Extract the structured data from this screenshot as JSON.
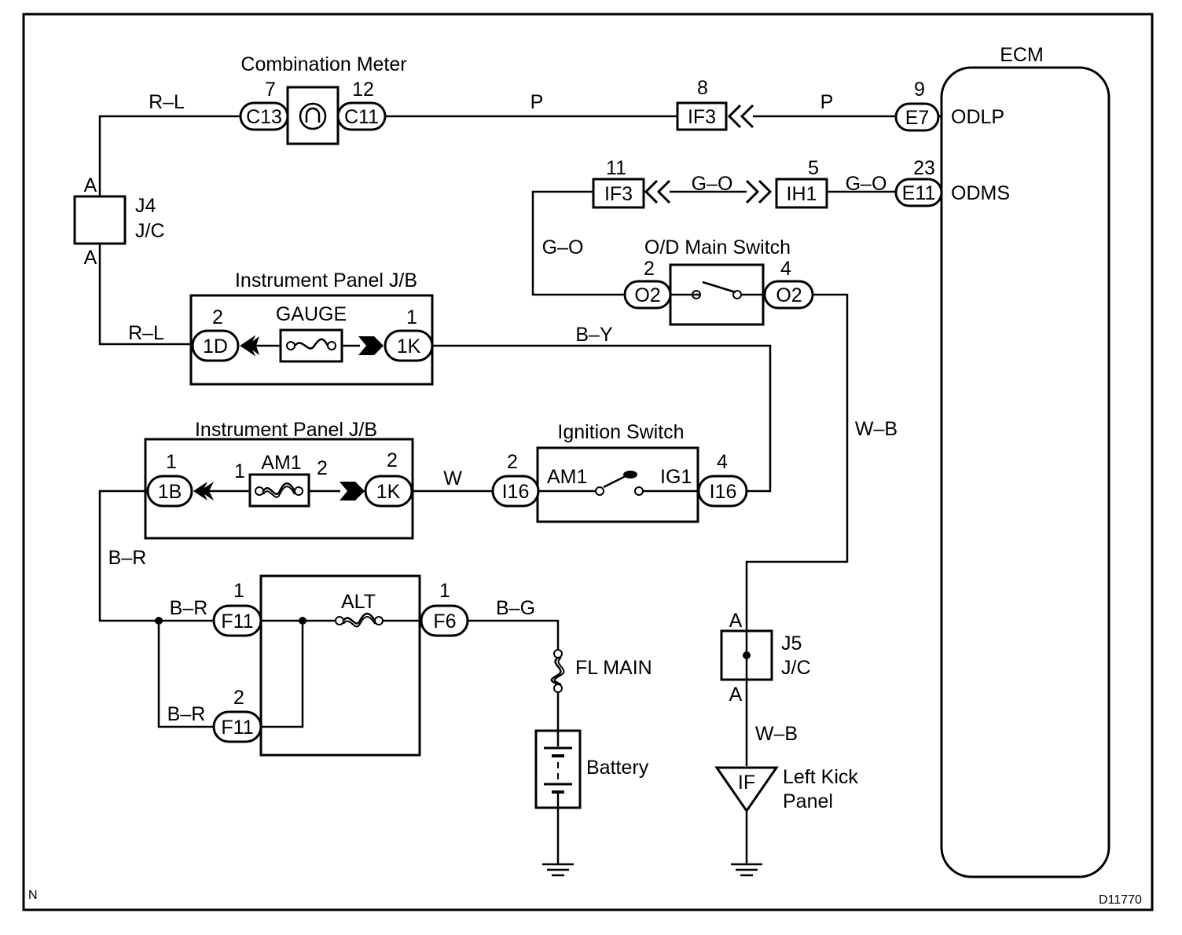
{
  "ecm": {
    "title": "ECM",
    "pins": [
      {
        "term": "ODLP",
        "conn": "E7",
        "pin": "9"
      },
      {
        "term": "ODMS",
        "conn": "E11",
        "pin": "23"
      }
    ]
  },
  "combination_meter": {
    "title": "Combination Meter",
    "left": {
      "conn": "C13",
      "pin": "7"
    },
    "right": {
      "conn": "C11",
      "pin": "12"
    }
  },
  "j4": {
    "name": "J4",
    "type": "J/C",
    "top": "A",
    "bottom": "A"
  },
  "j5": {
    "name": "J5",
    "type": "J/C",
    "top": "A",
    "bottom": "A"
  },
  "ipjb1": {
    "title": "Instrument Panel J/B",
    "fuse": "GAUGE",
    "left": {
      "conn": "1D",
      "pin": "2"
    },
    "right": {
      "conn": "1K",
      "pin": "1"
    }
  },
  "ipjb2": {
    "title": "Instrument Panel J/B",
    "fuse": "AM1",
    "fuse_pin_l": "1",
    "fuse_pin_r": "2",
    "left": {
      "conn": "1B",
      "pin": "1"
    },
    "right": {
      "conn": "1K",
      "pin": "2"
    }
  },
  "od_switch": {
    "title": "O/D Main Switch",
    "left": {
      "conn": "O2",
      "pin": "2"
    },
    "right": {
      "conn": "O2",
      "pin": "4"
    }
  },
  "ignition": {
    "title": "Ignition Switch",
    "am1": "AM1",
    "ig1": "IG1",
    "left": {
      "conn": "I16",
      "pin": "2"
    },
    "right": {
      "conn": "I16",
      "pin": "4"
    }
  },
  "inline": {
    "if3a": {
      "conn": "IF3",
      "pin": "8"
    },
    "if3b": {
      "conn": "IF3",
      "pin": "11"
    },
    "ih1": {
      "conn": "IH1",
      "pin": "5"
    }
  },
  "alt_block": {
    "fuse": "ALT",
    "f11a": {
      "conn": "F11",
      "pin": "1"
    },
    "f11b": {
      "conn": "F11",
      "pin": "2"
    },
    "f6": {
      "conn": "F6",
      "pin": "1"
    }
  },
  "fl_main": "FL MAIN",
  "battery": "Battery",
  "ground": {
    "code": "IF",
    "label1": "Left Kick",
    "label2": "Panel"
  },
  "wires": {
    "rl_top": "R–L",
    "rl_bottom": "R–L",
    "p_left": "P",
    "p_right": "P",
    "go_mid": "G–O",
    "go_right": "G–O",
    "go_left": "G–O",
    "by": "B–Y",
    "w": "W",
    "br_left": "B–R",
    "br_mid1": "B–R",
    "br_mid2": "B–R",
    "bg": "B–G",
    "wb_upper": "W–B",
    "wb_lower": "W–B"
  },
  "corner_left": "N",
  "corner_right": "D11770"
}
